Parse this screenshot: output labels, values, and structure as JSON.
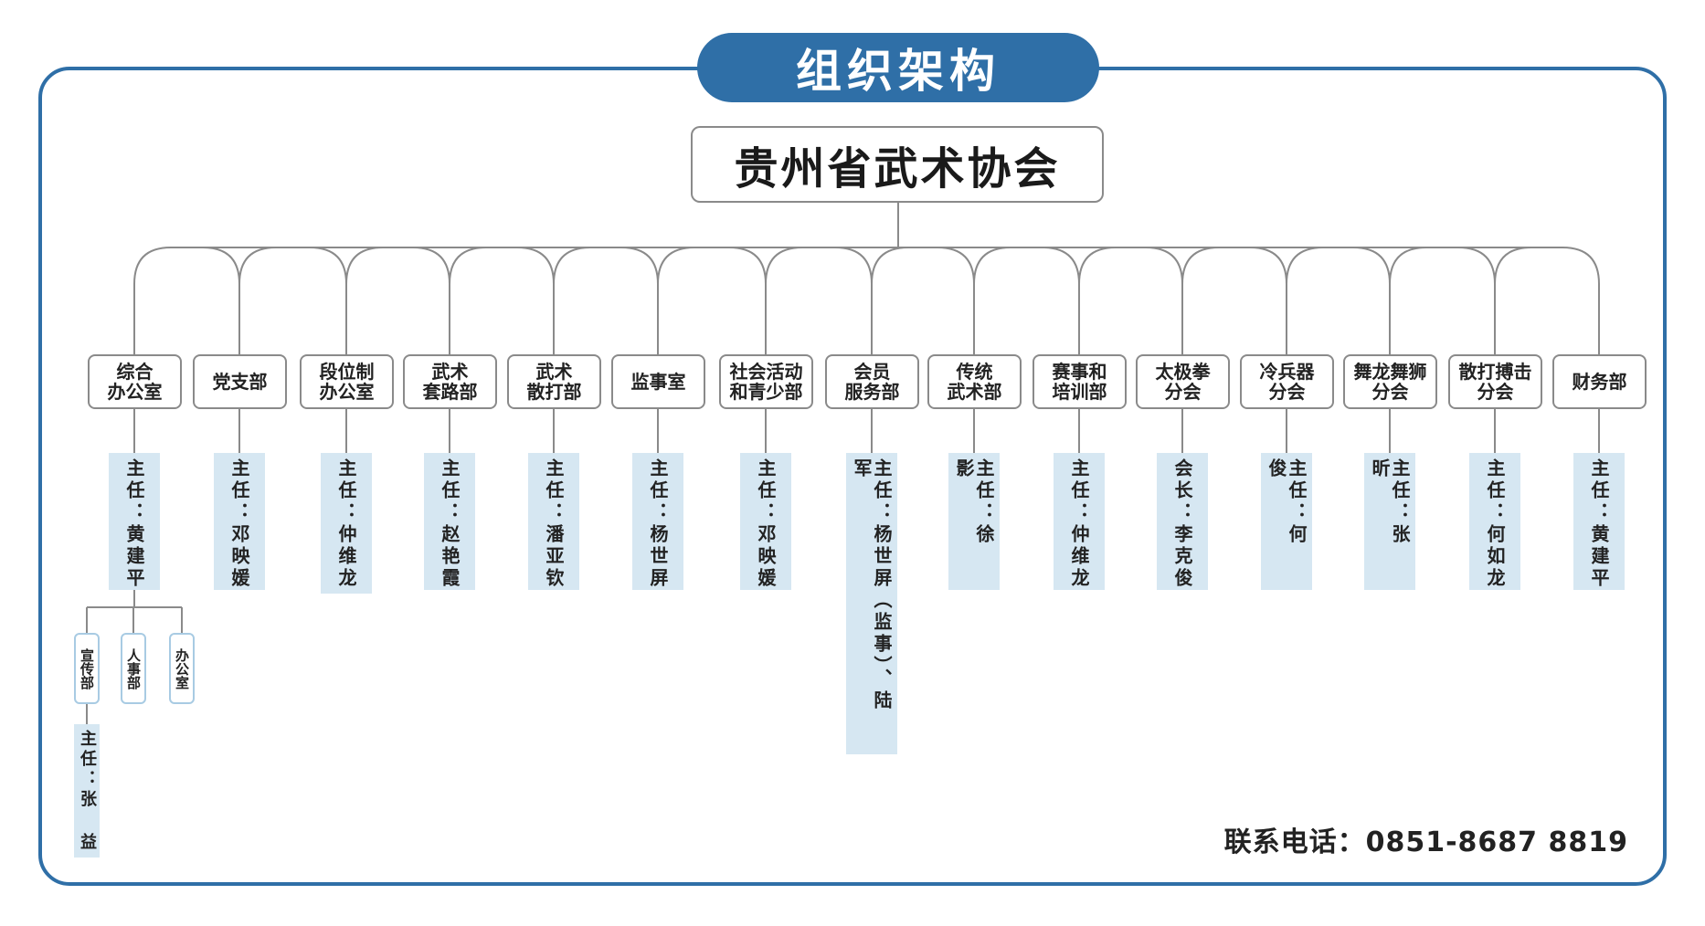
{
  "banner": "组织架构",
  "root": "贵州省武术协会",
  "contact": "联系电话：0851-8687 8819",
  "departments": [
    {
      "name": "综合\n办公室",
      "head": "主任：黄建平"
    },
    {
      "name": "党支部",
      "head": "主任：邓映媛"
    },
    {
      "name": "段位制\n办公室",
      "head": "主任：仲维龙"
    },
    {
      "name": "武术\n套路部",
      "head": "主任：赵艳霞"
    },
    {
      "name": "武术\n散打部",
      "head": "主任：潘亚钦"
    },
    {
      "name": "监事室",
      "head": "主任：杨世屏"
    },
    {
      "name": "社会活动\n和青少部",
      "head": "主任：邓映媛"
    },
    {
      "name": "会员\n服务部",
      "head": "主任：杨世屏（监事）、陆 军"
    },
    {
      "name": "传统\n武术部",
      "head": "主任：徐 影"
    },
    {
      "name": "赛事和\n培训部",
      "head": "主任：仲维龙"
    },
    {
      "name": "太极拳\n分会",
      "head": "会长：李克俊"
    },
    {
      "name": "冷兵器\n分会",
      "head": "主任：何 俊"
    },
    {
      "name": "舞龙舞狮\n分会",
      "head": "主任：张 昕"
    },
    {
      "name": "散打搏击\n分会",
      "head": "主任：何如龙"
    },
    {
      "name": "财务部",
      "head": "主任：黄建平"
    }
  ],
  "sub_units": [
    {
      "name": "宣传部",
      "head": "主任：张 益"
    },
    {
      "name": "人事部"
    },
    {
      "name": "办公室"
    }
  ]
}
